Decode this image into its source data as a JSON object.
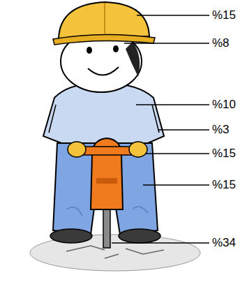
{
  "diagram": {
    "labels": [
      "%15",
      "%8",
      "%10",
      "%3",
      "%15",
      "%15",
      "%34"
    ]
  }
}
